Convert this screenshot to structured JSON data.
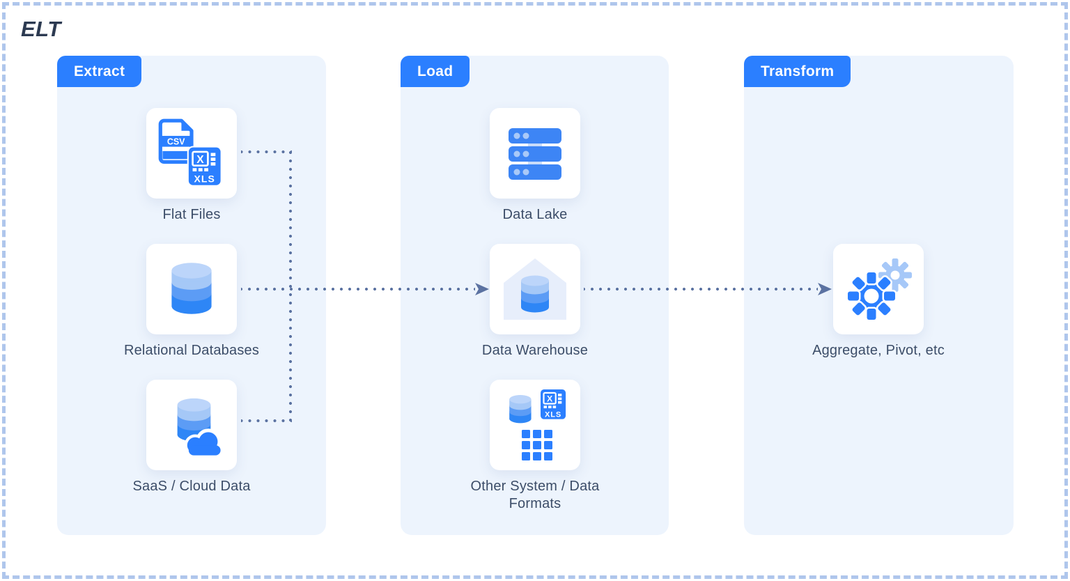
{
  "title": "ELT",
  "colors": {
    "accent_blue": "#2b7fff",
    "icon_blue_mid": "#5c9cf5",
    "icon_blue_light": "#a5c8f7",
    "icon_blue_pale": "#bcd5fa",
    "panel_background": "#edf4fd",
    "card_background": "#ffffff",
    "label_text": "#3c4d68",
    "connector_slate": "#5c73a2",
    "frame_border": "#afc6ec"
  },
  "icon_text": {
    "csv": "CSV",
    "xls": "XLS",
    "x": "X"
  },
  "columns": [
    {
      "id": "extract",
      "badge": "Extract",
      "items": [
        {
          "label": "Flat Files",
          "icon": "csv-xls-files-icon"
        },
        {
          "label": "Relational Databases",
          "icon": "database-cylinder-icon"
        },
        {
          "label": "SaaS / Cloud Data",
          "icon": "cloud-database-icon"
        }
      ]
    },
    {
      "id": "load",
      "badge": "Load",
      "items": [
        {
          "label": "Data Lake",
          "icon": "server-stack-icon"
        },
        {
          "label": "Data Warehouse",
          "icon": "warehouse-database-icon"
        },
        {
          "label": "Other System / Data Formats",
          "icon": "database-xls-grid-icon"
        }
      ]
    },
    {
      "id": "transform",
      "badge": "Transform",
      "items": [
        {
          "label": "Aggregate, Pivot, etc",
          "icon": "gears-icon"
        }
      ]
    }
  ]
}
